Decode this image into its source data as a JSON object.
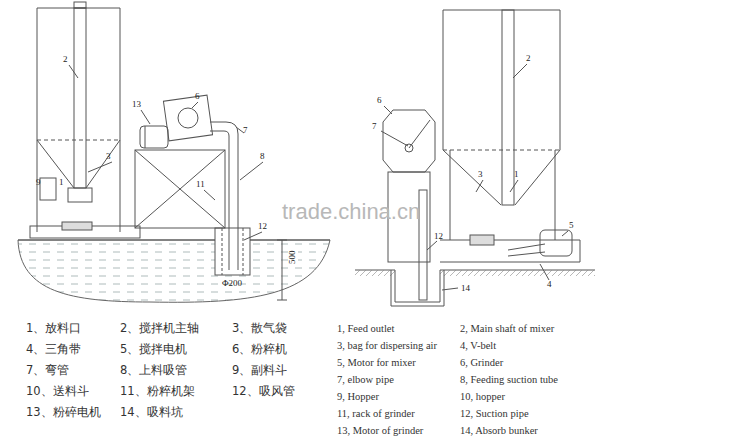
{
  "diagram": {
    "labels": [
      "2",
      "13",
      "6",
      "7",
      "3",
      "8",
      "9",
      "1",
      "11",
      "12",
      "Φ200",
      "500",
      "6",
      "2",
      "7",
      "3",
      "1",
      "12",
      "5",
      "4",
      "14",
      "trade.china.cn",
      "1、放料口",
      "2、搅拌机主轴",
      "3、散气袋",
      "4、三角带",
      "5、搅拌电机",
      "6、粉粹机",
      "7、弯管",
      "8、上料吸管",
      "9、副料斗",
      "10、送料斗",
      "11、粉粹机架",
      "12、吸风管",
      "13、粉碎电机",
      "14、吸料坑",
      "1, Feed outlet",
      "2, Main shaft of mixer",
      "3, bag for dispersing air",
      "4, V-belt",
      "5, Motor for mixer",
      "6, Grinder",
      "7, elbow pipe",
      "8, Feeding suction tube",
      "9, Hopper",
      "10, hopper",
      "11, rack of grinder",
      "12, Suction pipe",
      "13, Motor of grinder",
      "14, Absorb bunker"
    ]
  }
}
